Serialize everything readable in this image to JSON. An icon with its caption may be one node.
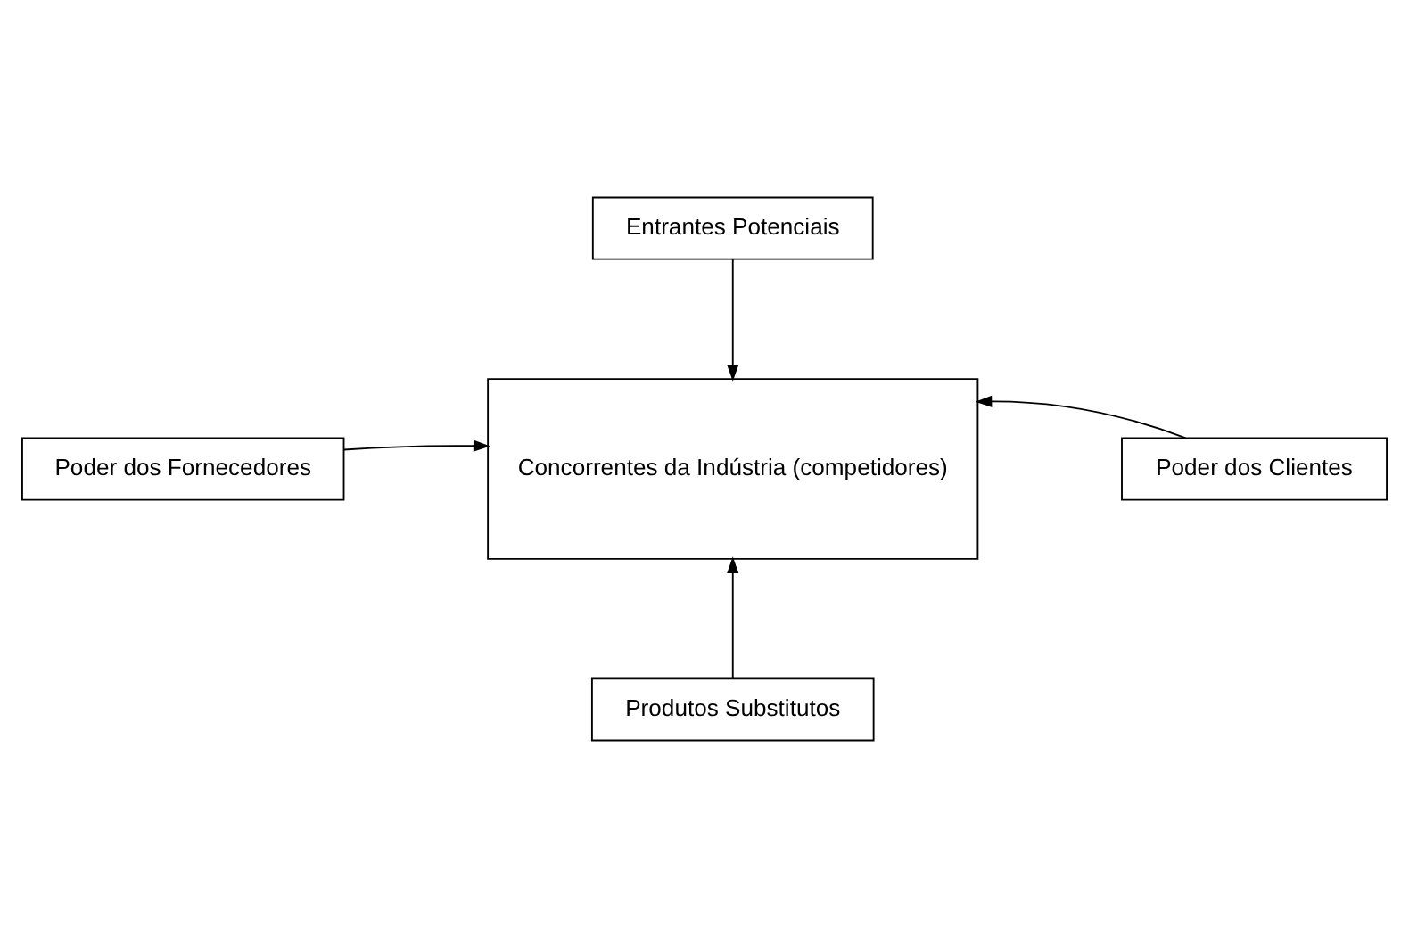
{
  "diagram": {
    "nodes": [
      {
        "text": [
          "Entrantes Potenciais"
        ]
      },
      {
        "text": [
          "Poder dos Fornecedores"
        ]
      },
      {
        "text": [
          "Concorrentes da Indústria (competidores)"
        ]
      },
      {
        "text": [
          "Poder dos Clientes"
        ]
      },
      {
        "text": [
          "Produtos Substitutos"
        ]
      }
    ],
    "edges": [
      {
        "from": 0,
        "to": 2,
        "arrow": "to"
      },
      {
        "from": 1,
        "to": 2,
        "arrow": "to"
      },
      {
        "from": 3,
        "to": 2,
        "arrow": "to"
      },
      {
        "from": 4,
        "to": 2,
        "arrow": "to"
      }
    ]
  }
}
